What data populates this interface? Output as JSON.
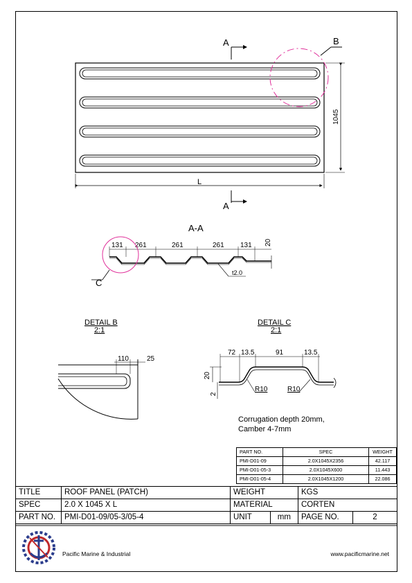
{
  "drawing": {
    "section_marker": "A",
    "detail_marker_b": "B",
    "detail_marker_c": "C",
    "dim_height": "1045",
    "dim_length": "L",
    "section_title": "A-A",
    "section_dims": [
      "131",
      "261",
      "261",
      "261",
      "131"
    ],
    "section_depth": "20",
    "thickness": "t2.0",
    "detail_b": {
      "title": "DETAIL B",
      "scale": "2:1",
      "dim_a": "110",
      "dim_b": "25"
    },
    "detail_c": {
      "title": "DETAIL C",
      "scale": "2:1",
      "dims": [
        "72",
        "13.5",
        "91",
        "13.5"
      ],
      "depth": "20",
      "thk": "2",
      "radius_1": "R10",
      "radius_2": "R10"
    }
  },
  "note": {
    "line1": "Corrugation depth 20mm,",
    "line2": "Camber 4-7mm"
  },
  "parts_table": {
    "headers": [
      "PART NO.",
      "SPEC",
      "WEIGHT"
    ],
    "rows": [
      [
        "PMI-D01-09",
        "2.0X1045X2356",
        "42.117"
      ],
      [
        "PMI-D01-05-3",
        "2.0X1045X600",
        "11.443"
      ],
      [
        "PMI-D01-05-4",
        "2.0X1045X1200",
        "22.086"
      ]
    ]
  },
  "title_block": {
    "title_label": "TITLE",
    "title_value": "ROOF PANEL (PATCH)",
    "weight_label": "WEIGHT",
    "weight_value": "KGS",
    "spec_label": "SPEC",
    "spec_value": "2.0 X 1045 X L",
    "material_label": "MATERIAL",
    "material_value": "CORTEN",
    "part_label": "PART NO.",
    "part_value": "PMI-D01-09/05-3/05-4",
    "unit_label": "UNIT",
    "unit_value": "mm",
    "page_label": "PAGE NO.",
    "page_value": "2"
  },
  "footer": {
    "company": "Pacific Marine & Industrial",
    "website": "www.pacificmarine.net"
  },
  "colors": {
    "line": "#000000",
    "detail_circle": "#e0309a",
    "logo_red": "#c0282a",
    "logo_blue": "#2a3c8c"
  },
  "icons": {
    "logo": "anchor-gear-logo"
  }
}
